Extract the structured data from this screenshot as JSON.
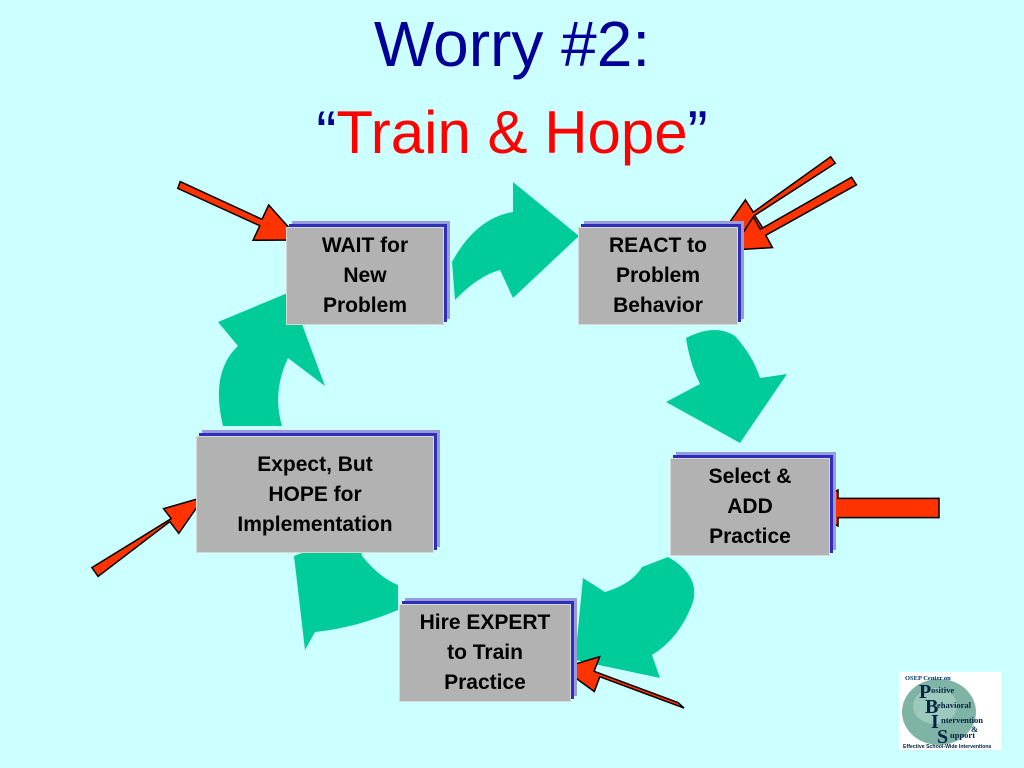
{
  "title": {
    "line1": "Worry #2:",
    "open_quote": "“",
    "accent": "Train & Hope",
    "close_quote": "”"
  },
  "colors": {
    "background": "#ccffff",
    "title_blue": "#000099",
    "accent_red": "#ff0000",
    "cycle_arrow": "#00cc99",
    "pointer_arrow": "#ff3300",
    "box_fill": "#b2b2b2"
  },
  "steps": [
    {
      "id": "wait",
      "lines": [
        "WAIT for",
        "New",
        "Problem"
      ]
    },
    {
      "id": "react",
      "lines": [
        "REACT to",
        "Problem",
        "Behavior"
      ]
    },
    {
      "id": "select",
      "lines": [
        "Select &",
        "ADD",
        "Practice"
      ]
    },
    {
      "id": "hire",
      "lines": [
        "Hire EXPERT",
        "to Train",
        "Practice"
      ]
    },
    {
      "id": "expect",
      "lines": [
        "Expect, But",
        "HOPE for",
        "Implementation"
      ]
    }
  ],
  "logo": {
    "header": "OSEP Center on",
    "letters": [
      "P",
      "B",
      "I",
      "S"
    ],
    "words": [
      "ositive",
      "ehavioral",
      "ntervention",
      "&",
      "upport"
    ],
    "tagline": "Effective School-Wide Interventions"
  }
}
